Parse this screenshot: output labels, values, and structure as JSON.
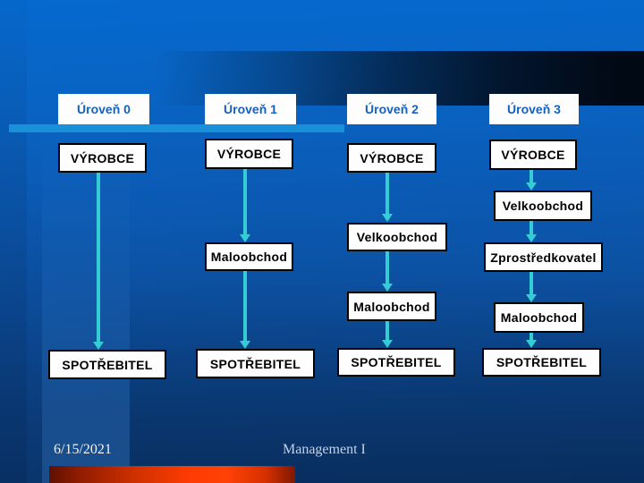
{
  "slide": {
    "levels": [
      {
        "header": "Úroveň 0",
        "boxes": [
          "VÝROBCE",
          "SPOTŘEBITEL"
        ]
      },
      {
        "header": "Úroveň 1",
        "boxes": [
          "VÝROBCE",
          "Maloobchod",
          "SPOTŘEBITEL"
        ]
      },
      {
        "header": "Úroveň 2",
        "boxes": [
          "VÝROBCE",
          "Velkoobchod",
          "Maloobchod",
          "SPOTŘEBITEL"
        ]
      },
      {
        "header": "Úroveň 3",
        "boxes": [
          "VÝROBCE",
          "Velkoobchod",
          "Zprostředkovatel",
          "Maloobchod",
          "SPOTŘEBITEL"
        ]
      }
    ],
    "footer": {
      "date": "6/15/2021",
      "course": "Management I"
    }
  },
  "colors": {
    "background_top": "#0569ce",
    "background_bottom": "#0b3a74",
    "dark_band": "#010812",
    "accent_strip": "#1a90d8",
    "arrow": "#34cdd4",
    "header_text": "#1560c0",
    "node_text": "#000000",
    "red_bar_bright": "#ff3c02",
    "red_bar_dark": "#5f1000",
    "footer_date_text": "#f5f2ec",
    "footer_course_text": "#c3d2e8"
  }
}
